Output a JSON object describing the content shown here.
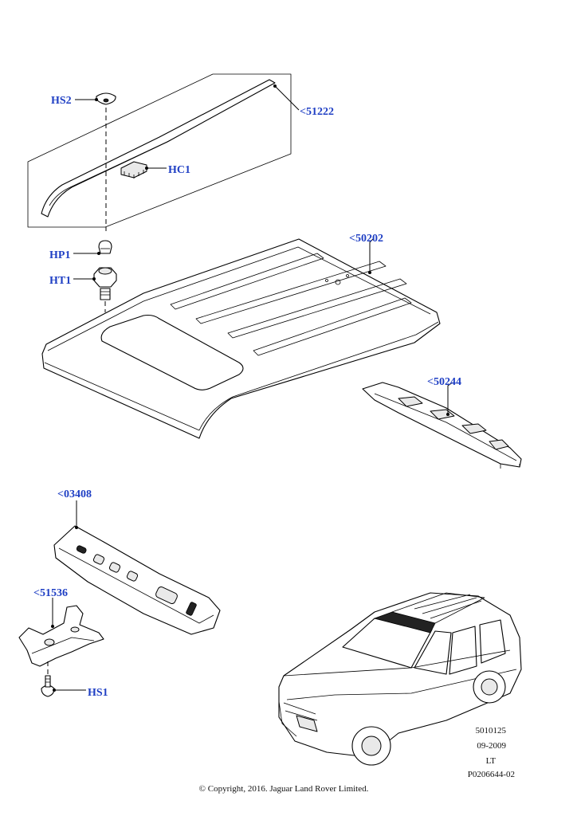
{
  "callouts": {
    "hs2": "HS2",
    "p51222": "<51222",
    "hc1": "HC1",
    "hp1": "HP1",
    "ht1": "HT1",
    "p50202": "<50202",
    "p50244": "<50244",
    "p03408": "<03408",
    "p51536": "<51536",
    "hs1": "HS1"
  },
  "meta": {
    "code": "5010125",
    "date": "09-2009",
    "side": "LT",
    "part_ref": "P0206644-02"
  },
  "copyright": "© Copyright, 2016. Jaguar Land Rover Limited."
}
